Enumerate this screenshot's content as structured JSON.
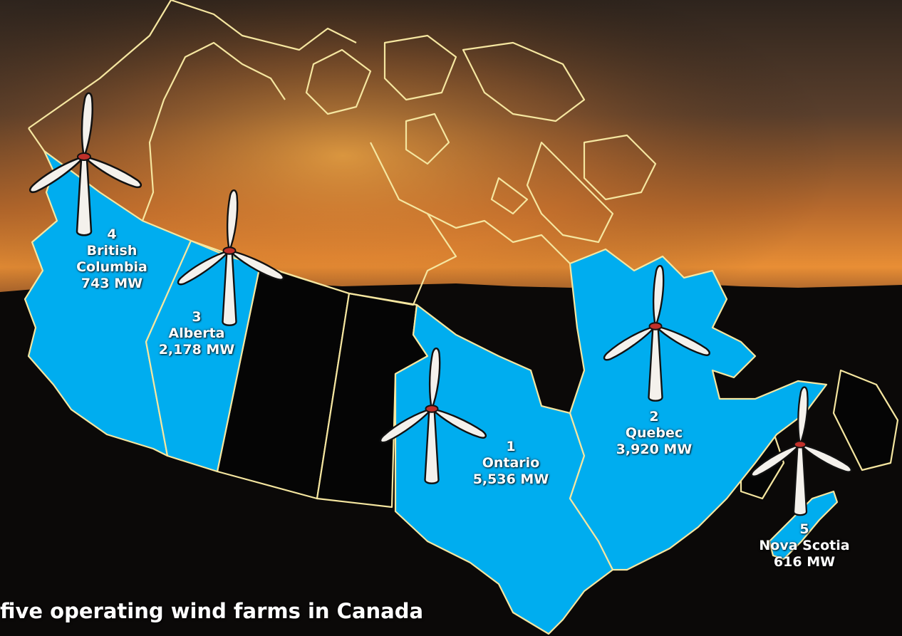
{
  "caption": "five operating wind farms in Canada",
  "colors": {
    "highlight_province": "#00adef",
    "outline": "#f5e6a0",
    "ground": "#070605",
    "sky_top": "#3a2d22",
    "sky_glow": "#e98a2a"
  },
  "regions": [
    {
      "id": "british-columbia",
      "rank": "4",
      "name": "British Columbia",
      "name_lines": [
        "British",
        "Columbia"
      ],
      "value": "743 MW",
      "highlighted": true
    },
    {
      "id": "alberta",
      "rank": "3",
      "name": "Alberta",
      "name_lines": [
        "Alberta"
      ],
      "value": "2,178 MW",
      "highlighted": true
    },
    {
      "id": "ontario",
      "rank": "1",
      "name": "Ontario",
      "name_lines": [
        "Ontario"
      ],
      "value": "5,536 MW",
      "highlighted": true
    },
    {
      "id": "quebec",
      "rank": "2",
      "name": "Quebec",
      "name_lines": [
        "Quebec"
      ],
      "value": "3,920 MW",
      "highlighted": true
    },
    {
      "id": "nova-scotia",
      "rank": "5",
      "name": "Nova Scotia",
      "name_lines": [
        "Nova Scotia"
      ],
      "value": "616 MW",
      "highlighted": true
    }
  ],
  "icons": {
    "marker": "wind-turbine-icon"
  }
}
